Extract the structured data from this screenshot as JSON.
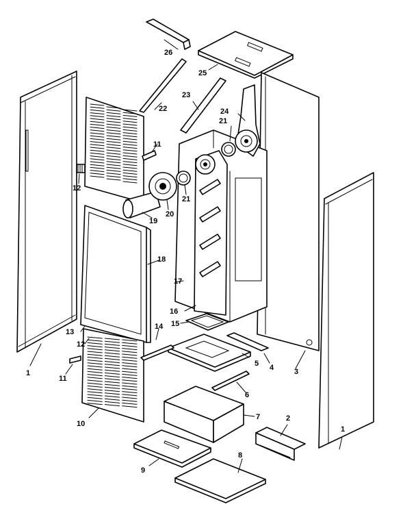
{
  "diagram": {
    "labels": [
      {
        "id": "p1a",
        "text": "1"
      },
      {
        "id": "p1b",
        "text": "1"
      },
      {
        "id": "p2",
        "text": "2"
      },
      {
        "id": "p3",
        "text": "3"
      },
      {
        "id": "p4",
        "text": "4"
      },
      {
        "id": "p5",
        "text": "5"
      },
      {
        "id": "p6",
        "text": "6"
      },
      {
        "id": "p7",
        "text": "7"
      },
      {
        "id": "p8",
        "text": "8"
      },
      {
        "id": "p9",
        "text": "9"
      },
      {
        "id": "p10",
        "text": "10"
      },
      {
        "id": "p11a",
        "text": "11"
      },
      {
        "id": "p11b",
        "text": "11"
      },
      {
        "id": "p12a",
        "text": "12"
      },
      {
        "id": "p12b",
        "text": "12"
      },
      {
        "id": "p13",
        "text": "13"
      },
      {
        "id": "p14",
        "text": "14"
      },
      {
        "id": "p15",
        "text": "15"
      },
      {
        "id": "p16",
        "text": "16"
      },
      {
        "id": "p17",
        "text": "17"
      },
      {
        "id": "p18",
        "text": "18"
      },
      {
        "id": "p19",
        "text": "19"
      },
      {
        "id": "p20",
        "text": "20"
      },
      {
        "id": "p21a",
        "text": "21"
      },
      {
        "id": "p21b",
        "text": "21"
      },
      {
        "id": "p22",
        "text": "22"
      },
      {
        "id": "p23",
        "text": "23"
      },
      {
        "id": "p24",
        "text": "24"
      },
      {
        "id": "p25",
        "text": "25"
      },
      {
        "id": "p26",
        "text": "26"
      }
    ]
  }
}
